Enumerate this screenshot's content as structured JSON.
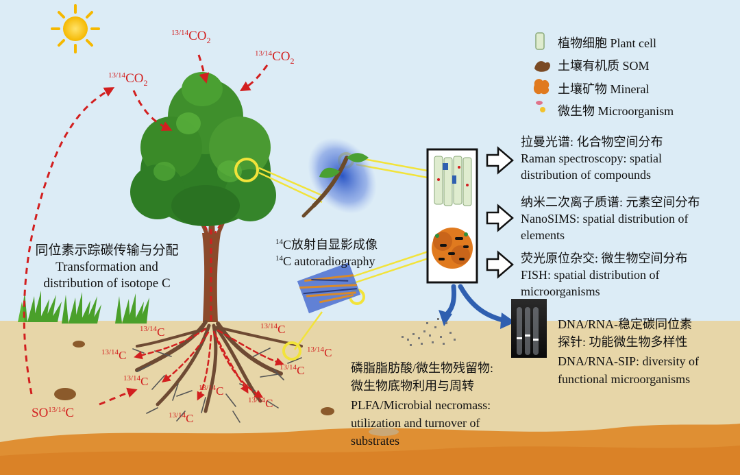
{
  "co2": {
    "left": {
      "sup": "13/14",
      "base": "CO",
      "sub": "2"
    },
    "top": {
      "sup": "13/14",
      "base": "CO",
      "sub": "2"
    },
    "right": {
      "sup": "13/14",
      "base": "CO",
      "sub": "2"
    }
  },
  "legend": [
    {
      "icon": "plant-cell-icon",
      "text": "植物细胞 Plant cell"
    },
    {
      "icon": "som-icon",
      "text": "土壤有机质 SOM"
    },
    {
      "icon": "mineral-icon",
      "text": "土壤矿物 Mineral"
    },
    {
      "icon": "microorganism-icon",
      "text": "微生物 Microorganism"
    }
  ],
  "isotope_transport": {
    "zh": "同位素示踪碳传输与分配",
    "en1": "Transformation and",
    "en2": "distribution of isotope C"
  },
  "autoradiography": {
    "sup": "14",
    "zh": "C放射自显影成像",
    "en": "C autoradiography"
  },
  "methods": [
    {
      "zh": "拉曼光谱: 化合物空间分布",
      "en1": "Raman spectroscopy: spatial",
      "en2": "distribution of compounds"
    },
    {
      "zh": "纳米二次离子质谱: 元素空间分布",
      "en1": "NanoSIMS: spatial distribution of",
      "en2": "elements"
    },
    {
      "zh": "荧光原位杂交: 微生物空间分布",
      "en1": "FISH: spatial distribution of",
      "en2": "microorganisms"
    }
  ],
  "sip": {
    "zh1": "DNA/RNA-稳定碳同位素",
    "zh2": "探针: 功能微生物多样性",
    "en1": "DNA/RNA-SIP: diversity of",
    "en2": "functional microorganisms"
  },
  "plfa": {
    "zh1": "磷脂脂肪酸/微生物残留物:",
    "zh2": "微生物底物利用与周转",
    "en1": "PLFA/Microbial necromass:",
    "en2": "utilization and turnover of",
    "en3": "substrates"
  },
  "soil_labels": {
    "sup": "13/14",
    "c": "C",
    "so_prefix": "SO"
  },
  "colors": {
    "sky": "#dcecf6",
    "soil": "#e7d6a8",
    "soil_deep": "#df8f33",
    "arrow_red": "#d21f1f",
    "tree_green": "#3f8f2c",
    "trunk": "#8b4a2b",
    "yellow_callout": "#f2e33a",
    "blue_arrow": "#2f5fb0"
  }
}
